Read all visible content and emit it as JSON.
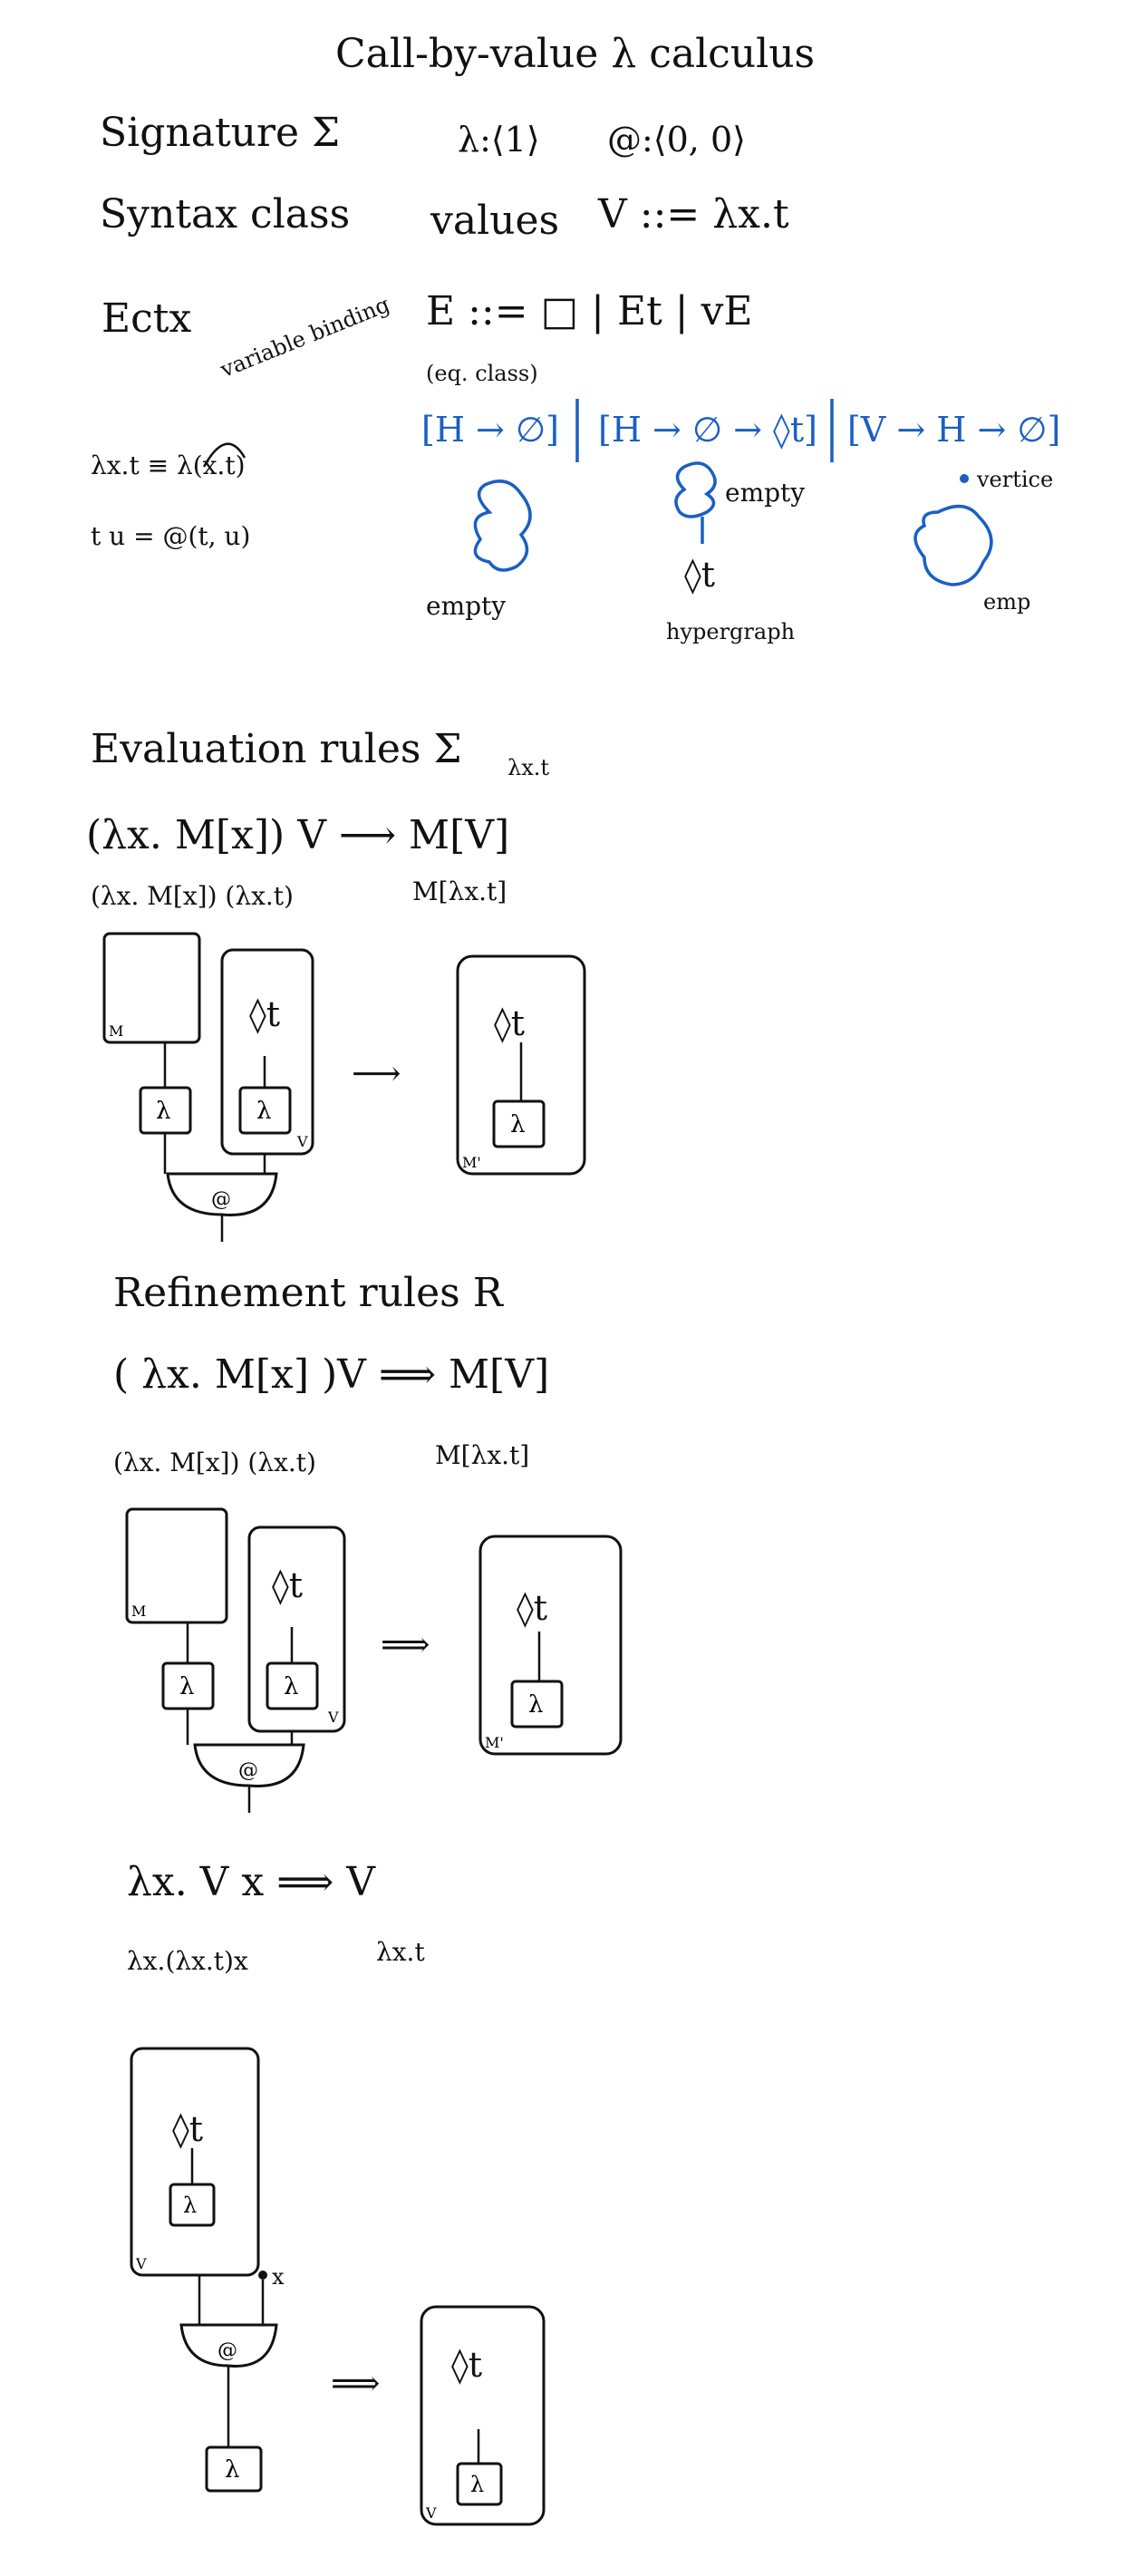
{
  "title": "Call-by-value λ calculus",
  "signature": {
    "label": "Signature Σ",
    "lambda": "λ:⟨1⟩",
    "app": "@:⟨0, 0⟩"
  },
  "syntax": {
    "label": "Syntax class",
    "values_word": "values",
    "values_def": "V ::= λx.t"
  },
  "ectx": {
    "label": "Ectx",
    "def": "E ::= □ | Et | vE"
  },
  "annotations": {
    "variable_binding": "variable binding",
    "eq_class": "(eq. class)",
    "lam_def": "λx.t ≡ λ(x.t)",
    "app_def": "t u  =  @(t, u)",
    "empty": "empty",
    "hypergraph": "hypergraph",
    "vertice": "vertice",
    "emp": "emp"
  },
  "blue_classes": [
    "[H → ∅]",
    "[H → ∅ → ◊t]",
    "[V → H → ∅]"
  ],
  "evaluation": {
    "heading": "Evaluation rules Σ",
    "rule": "(λx. M[x]) V ⟶ M[V]",
    "over_v": "λx.t",
    "lhs_inst": "(λx. M[x]) (λx.t)",
    "rhs_inst": "M[λx.t]",
    "arrow": "⟶"
  },
  "refinement": {
    "heading": "Refinement rules R",
    "rule": "( λx. M[x] )V ⟹ M[V]",
    "lhs_inst": "(λx. M[x]) (λx.t)",
    "rhs_inst": "M[λx.t]",
    "arrow": "⟹",
    "eta_rule": "λx. V x ⟹ V",
    "eta_lhs": "λx.(λx.t)x",
    "eta_rhs": "λx.t"
  },
  "graph_labels": {
    "lambda": "λ",
    "app": "@",
    "diamond_t": "◊t",
    "M": "M",
    "V": "V",
    "M_prime": "M'",
    "x": "x"
  }
}
